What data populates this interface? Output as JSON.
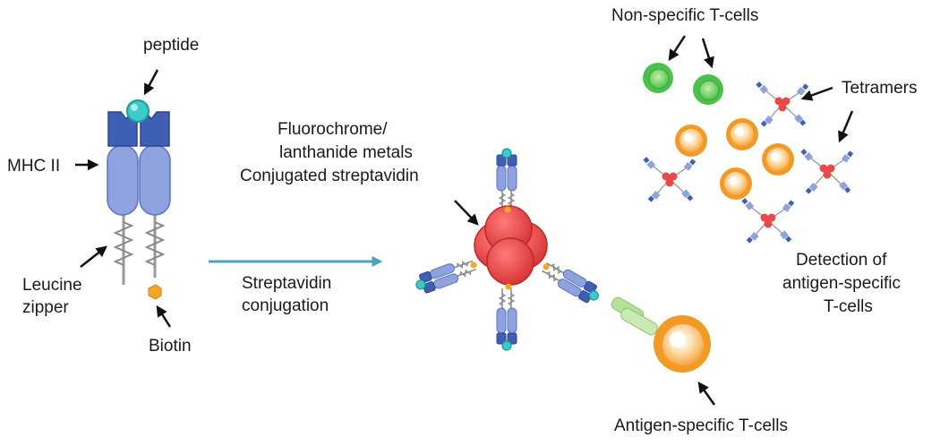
{
  "labels": {
    "peptide": "peptide",
    "mhc": "MHC II",
    "leucine_line1": "Leucine",
    "leucine_line2": "zipper",
    "biotin": "Biotin",
    "fluoro_line1": "Fluorochrome/",
    "fluoro_line2": "lanthanide metals",
    "fluoro_line3": "Conjugated streptavidin",
    "conj_line1": "Streptavidin",
    "conj_line2": "conjugation",
    "nonspecific": "Non-specific T-cells",
    "tetramers": "Tetramers",
    "detection_line1": "Detection of",
    "detection_line2": "antigen-specific",
    "detection_line3": "T-cells",
    "antigen_specific": "Antigen-specific T-cells"
  },
  "colors": {
    "mhc_dark": "#3f5fb5",
    "mhc_light": "#8ea3dd",
    "peptide": "#3fc9c9",
    "biotin": "#f5a623",
    "streptavidin": "#e84a4a",
    "arrow_blue": "#4aa3c0",
    "green_cell": "#4cc24c",
    "orange_cell": "#f29a26",
    "tcr_green": "#b5e29a"
  }
}
